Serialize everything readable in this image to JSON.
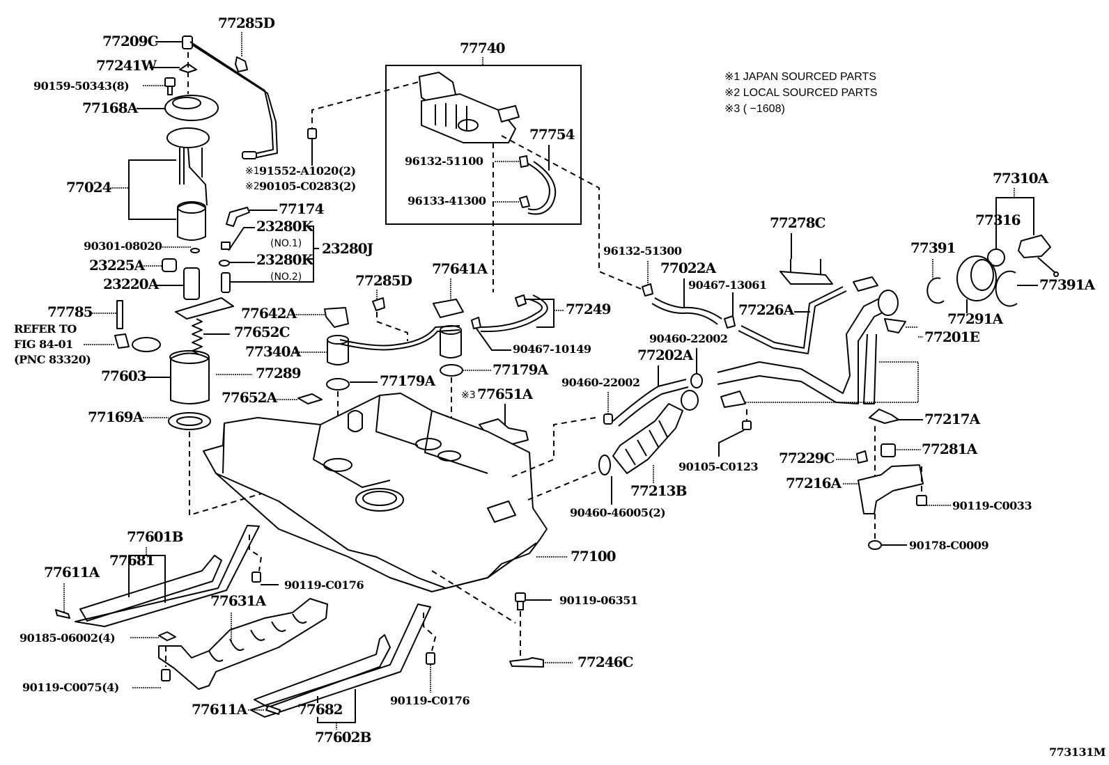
{
  "notes": [
    "※1 JAPAN SOURCED PARTS",
    "※2 LOCAL SOURCED PARTS",
    "※3 (      −1608)"
  ],
  "figure_id": "773131M",
  "refer": {
    "line1": "REFER TO",
    "line2": "FIG 84-01",
    "line3": "(PNC 83320)"
  },
  "labels": {
    "p77285D_top": "77285D",
    "p77209C": "77209C",
    "p77241W": "77241W",
    "p90159": "90159-50343(8)",
    "p77168A": "77168A",
    "p77024": "77024",
    "p91552": "91552-A1020(2)",
    "p91552_mark": "※1",
    "p90105_C0283": "90105-C0283(2)",
    "p90105_mark": "※2",
    "p77174": "77174",
    "p23280K_1": "23280K",
    "p23280K_1_sub": "(NO.1)",
    "p23280K_2": "23280K",
    "p23280K_2_sub": "(NO.2)",
    "p23280J": "23280J",
    "p90301": "90301-08020",
    "p23225A": "23225A",
    "p23220A": "23220A",
    "p77785": "77785",
    "p77652C": "77652C",
    "p77603": "77603",
    "p77289": "77289",
    "p77169A": "77169A",
    "p77740": "77740",
    "p77754": "77754",
    "p96132_51100": "96132-51100",
    "p96133_41300": "96133-41300",
    "p77285D_mid": "77285D",
    "p77641A": "77641A",
    "p77642A": "77642A",
    "p77340A": "77340A",
    "p77249": "77249",
    "p90467_10149": "90467-10149",
    "p77179A_left": "77179A",
    "p77179A_right": "77179A",
    "p77652A": "77652A",
    "p77651A": "77651A",
    "p77651A_mark": "※3",
    "p96132_51300": "96132-51300",
    "p77022A": "77022A",
    "p90467_13061": "90467-13061",
    "p77278C": "77278C",
    "p77226A": "77226A",
    "p90460_22002_a": "90460-22002",
    "p77202A": "77202A",
    "p90460_22002_b": "90460-22002",
    "p77201E": "77201E",
    "p77391": "77391",
    "p77310A": "77310A",
    "p77316": "77316",
    "p77291A": "77291A",
    "p77391A": "77391A",
    "p77217A": "77217A",
    "p77281A": "77281A",
    "p77229C": "77229C",
    "p77216A": "77216A",
    "p90119_C0033": "90119-C0033",
    "p90178_C0009": "90178-C0009",
    "p90105_C0123": "90105-C0123",
    "p77213B": "77213B",
    "p90460_46005": "90460-46005(2)",
    "p77100": "77100",
    "p90119_06351": "90119-06351",
    "p77246C": "77246C",
    "p77601B": "77601B",
    "p77681": "77681",
    "p77611A_top": "77611A",
    "p90119_C0176_a": "90119-C0176",
    "p77631A": "77631A",
    "p90185": "90185-06002(4)",
    "p90119_C0075": "90119-C0075(4)",
    "p77611A_bot": "77611A",
    "p77682": "77682",
    "p77602B": "77602B",
    "p90119_C0176_b": "90119-C0176"
  }
}
